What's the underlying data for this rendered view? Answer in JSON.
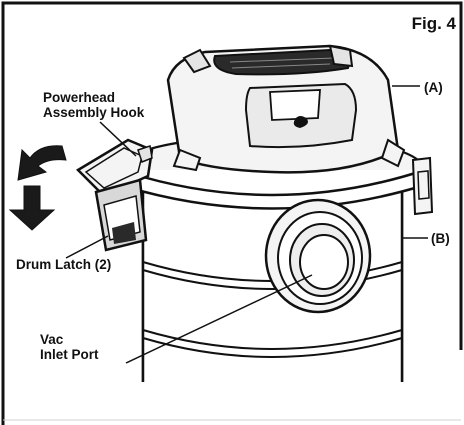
{
  "figure_label": "Fig. 4",
  "labels": {
    "powerhead_hook_line1": "Powerhead",
    "powerhead_hook_line2": "Assembly Hook",
    "powerhead": "(A)",
    "drum": "(B)",
    "drum_latch": "Drum Latch (2)",
    "inlet_line1": "Vac",
    "inlet_line2": "Inlet Port"
  },
  "colors": {
    "ink": "#111111",
    "powerhead_fill": "#f4f4f4",
    "drum_fill": "#ffffff",
    "vent_fill": "#2a2a2a",
    "arrow_fill": "#1a1a1a"
  },
  "icons": [
    "rotate-arrow-icon",
    "down-arrow-icon"
  ]
}
